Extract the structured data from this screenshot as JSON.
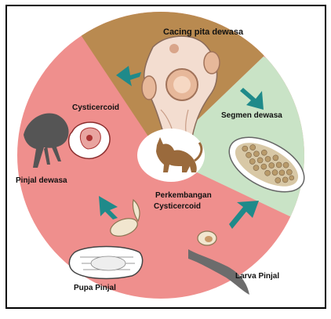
{
  "diagram": {
    "stages": {
      "adult_tapeworm": "Cacing pita dewasa",
      "adult_segment": "Segmen dewasa",
      "flea_larva": "Larva Pinjal",
      "flea_pupa": "Pupa Pinjal",
      "adult_flea": "Pinjal dewasa",
      "cysticercoid": "Cysticercoid"
    },
    "center_label_line1": "Perkembangan",
    "center_label_line2": "Cysticercoid"
  },
  "colors": {
    "border": "#000000",
    "sector_tapeworm": "#b98a50",
    "sector_segment": "#c9e3c6",
    "sector_flea": "#ef8f8d",
    "arrow": "#1f8a8a",
    "center_oval": "#ffffff",
    "cat": "#9a6a3c"
  }
}
